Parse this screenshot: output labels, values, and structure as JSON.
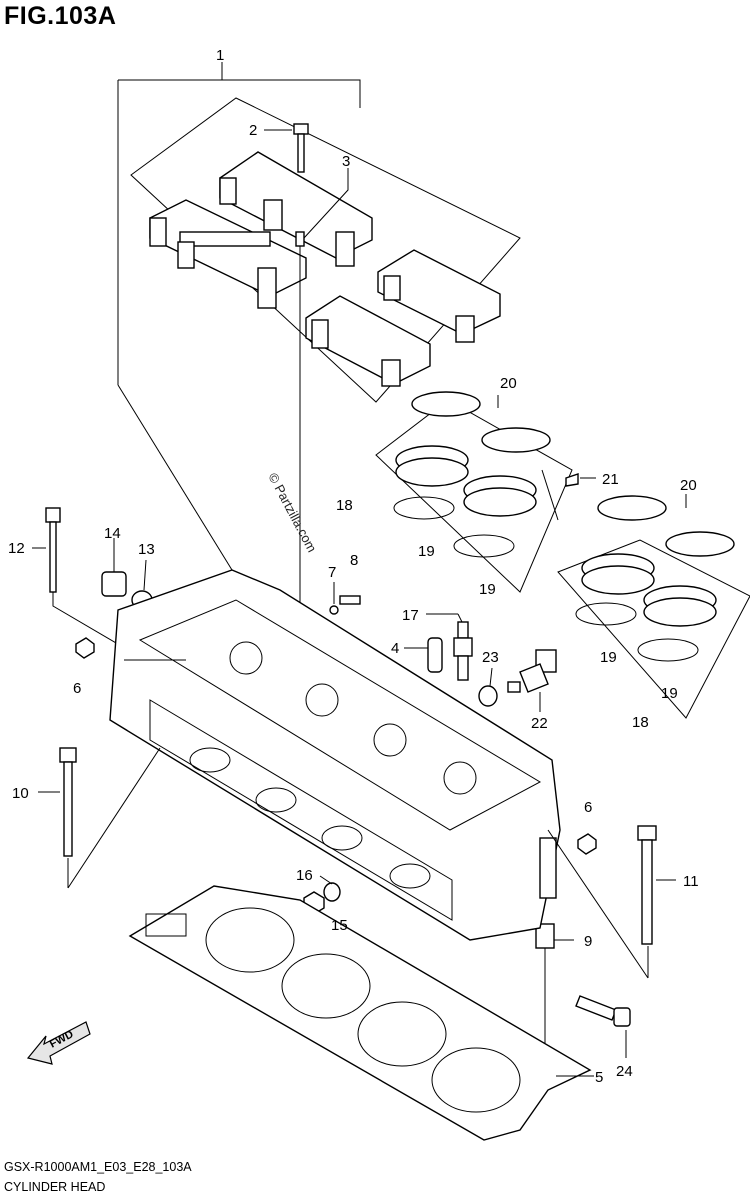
{
  "header": {
    "title": "FIG.103A"
  },
  "footer": {
    "code": "GSX-R1000AM1_E03_E28_103A",
    "name": "CYLINDER HEAD"
  },
  "watermark": "© Partzilla.com",
  "fwd_label": "FWD",
  "callouts": {
    "c1": "1",
    "c2": "2",
    "c3": "3",
    "c4": "4",
    "c5": "5",
    "c6a": "6",
    "c6b": "6",
    "c7": "7",
    "c8": "8",
    "c9": "9",
    "c10": "10",
    "c11": "11",
    "c12": "12",
    "c13": "13",
    "c14": "14",
    "c15": "15",
    "c16": "16",
    "c17": "17",
    "c18a": "18",
    "c18b": "18",
    "c19a": "19",
    "c19b": "19",
    "c19c": "19",
    "c19d": "19",
    "c20a": "20",
    "c20b": "20",
    "c21": "21",
    "c22": "22",
    "c23": "23",
    "c24": "24"
  }
}
